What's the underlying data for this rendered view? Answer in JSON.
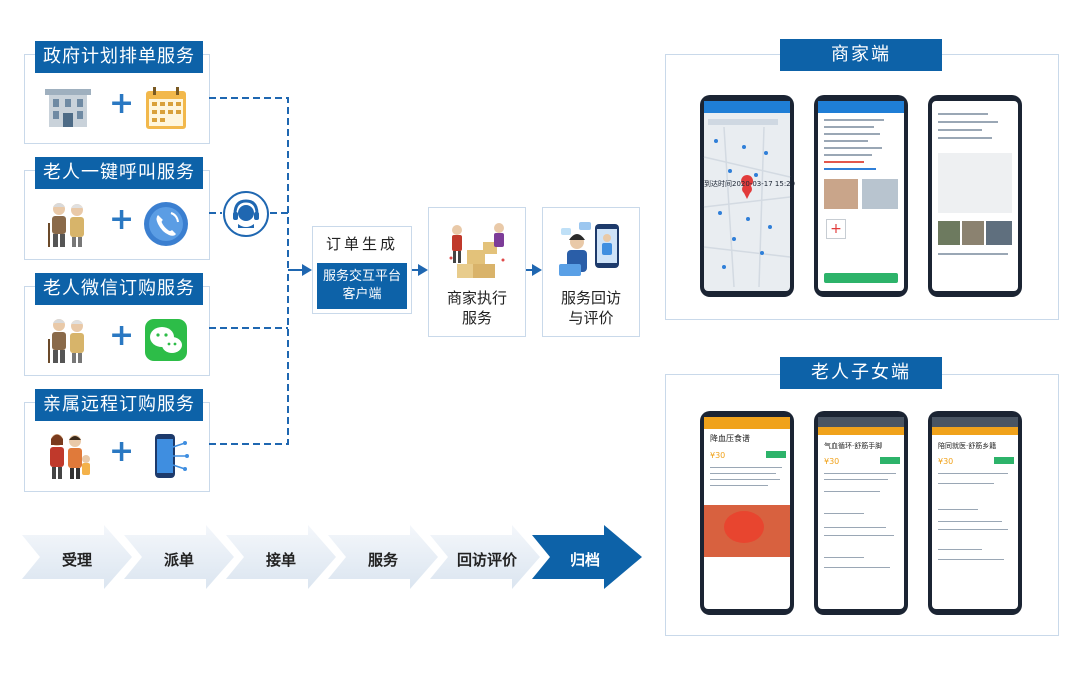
{
  "services": [
    {
      "title": "政府计划排单服务",
      "icon_left": "government-building-icon",
      "icon_right": "calendar-icon"
    },
    {
      "title": "老人一键呼叫服务",
      "icon_left": "elderly-couple-icon",
      "icon_right": "phone-call-icon"
    },
    {
      "title": "老人微信订购服务",
      "icon_left": "elderly-couple-icon",
      "icon_right": "wechat-icon"
    },
    {
      "title": "亲属远程订购服务",
      "icon_left": "family-icon",
      "icon_right": "smartphone-icon"
    }
  ],
  "plus_sign": "+",
  "hub_icon": "headset-support-icon",
  "order": {
    "title": "订单生成",
    "subtitle_line1": "服务交互平台",
    "subtitle_line2": "客户端"
  },
  "merchant_step": {
    "label_line1": "商家执行",
    "label_line2": "服务",
    "icon": "delivery-workers-icon"
  },
  "feedback_step": {
    "label_line1": "服务回访",
    "label_line2": "与评价",
    "icon": "customer-service-phone-icon"
  },
  "process": [
    "受理",
    "派单",
    "接单",
    "服务",
    "回访评价",
    "归档"
  ],
  "panels": {
    "merchant": {
      "title": "商家端",
      "map_timestamp": "到达时间2020-03-17 15:29"
    },
    "family": {
      "title": "老人子女端",
      "screen1_heading": "降血压食谱",
      "screen2_heading": "气血循环·舒筋手脚",
      "screen3_heading": "陪同就医·舒筋乡籍",
      "price_a": "¥30",
      "price_b": "¥30"
    }
  },
  "colors": {
    "brand_blue": "#0d62a8",
    "light_arrow": "#e4ecf5",
    "border": "#c9d9ea"
  }
}
